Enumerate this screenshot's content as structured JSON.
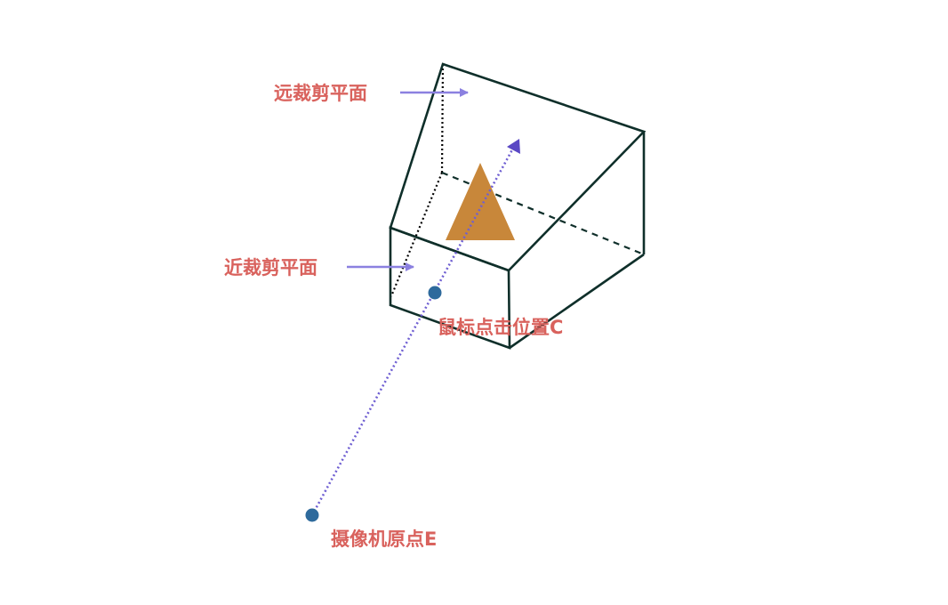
{
  "colors": {
    "label": "#d9625d",
    "frustum_edge": "#0f2f2a",
    "hidden_edge_dark": "#000000",
    "arrow": "#8b80e0",
    "ray": "#6f5fd2",
    "ray_head": "#5a48c4",
    "point": "#2e6a9c",
    "triangle": "#c8873a",
    "background": "#ffffff"
  },
  "labels": {
    "far_plane": "远裁剪平面",
    "near_plane": "近裁剪平面",
    "click_point": "鼠标点击位置C",
    "camera_origin": "摄像机原点E"
  },
  "shapes": {
    "object": "triangle",
    "camera_point": "circle",
    "click_point": "circle"
  }
}
